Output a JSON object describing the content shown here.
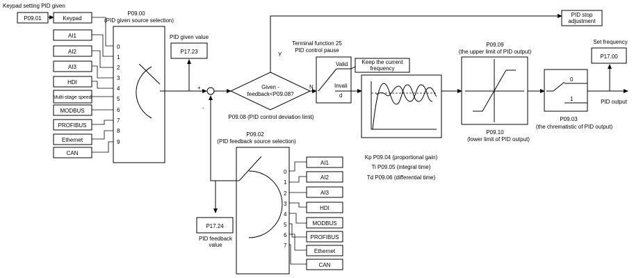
{
  "keypad_setting_title": "Keypad setting PID given",
  "p0901": "P09.01",
  "p0900_title": "P09.00",
  "p0900_sub": "(PID given source selection)",
  "given_sources": [
    "Keypad",
    "AI1",
    "AI2",
    "AI3",
    "HDI",
    "Multi-stage speed",
    "MODBUS",
    "PROFIBUS",
    "Ethernet",
    "CAN"
  ],
  "given_indices": [
    "0",
    "1",
    "2",
    "3",
    "4",
    "5",
    "6",
    "7",
    "8",
    "9"
  ],
  "pid_given_value_label": "PID given value",
  "p1723": "P17.23",
  "plus": "+",
  "minus": "-",
  "terminal_func_line1": "Terminal function 25",
  "terminal_func_line2": "PID control pause",
  "y_label": "Y",
  "n_label": "N",
  "decision_line1": "Given -",
  "decision_line2": "feedback<P09.08?",
  "p0908_label": "P09.08 (PID control deviation limit)",
  "valid": "Valid",
  "invalid_1": "Invali",
  "invalid_2": "d",
  "keep_current_1": "Keep the current",
  "keep_current_2": "frequency",
  "pid_stop_1": "PID stop",
  "pid_stop_2": "adjustment",
  "kp": "Kp P09.04 (proportional gain)",
  "ti": "Ti  P09.05 (integral time)",
  "td": "Td P09.06 (differential time)",
  "p0909": "P09.09",
  "p0909_sub": "(the upper limit of PID output)",
  "p0910": "P09.10",
  "p0910_sub": "(lower limit of PID output)",
  "set_frequency": "Set frequency",
  "p1700": "P17.00",
  "switch_0": "0",
  "switch_1": "1",
  "pid_output": "PID output",
  "p0903": "P09.03",
  "p0903_sub": "(the chrematistic of PID output)",
  "p0902_title": "P09.02",
  "p0902_sub": "(PID feedback source selection)",
  "feedback_sources": [
    "AI1",
    "AI2",
    "AI3",
    "HDI",
    "MODBUS",
    "PROFIBUS",
    "Ethernet",
    "CAN"
  ],
  "feedback_indices": [
    "0",
    "1",
    "2",
    "3",
    "4",
    "5",
    "6",
    "7"
  ],
  "p1724": "P17.24",
  "pid_feedback_1": "PID feedback",
  "pid_feedback_2": "value"
}
